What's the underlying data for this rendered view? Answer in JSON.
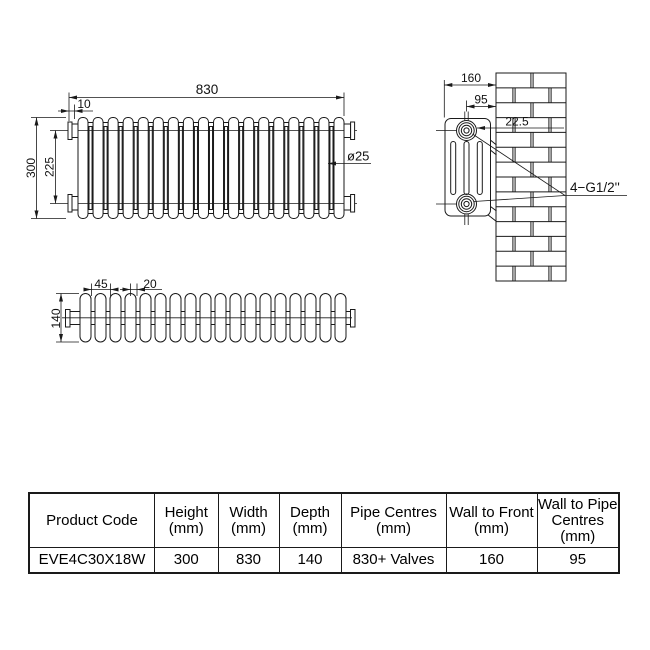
{
  "drawing": {
    "line_color": "#1a1a1a",
    "front_view": {
      "sections": 18,
      "labels": {
        "width": "830",
        "tapping_offset": "10",
        "height": "300",
        "pipe_centres": "225",
        "column_diameter": "ø25"
      }
    },
    "side_view": {
      "labels": {
        "wall_to_front": "160",
        "wall_to_pipe_centres": "95",
        "bracket_offset": "22.5",
        "tappings": "4−G1/2''"
      }
    },
    "top_view": {
      "sections": 18,
      "labels": {
        "section_pitch": "45",
        "section_gap": "20",
        "depth": "140"
      }
    },
    "wall": {
      "brick_rows": 14
    }
  },
  "table": {
    "headers": [
      "Product Code",
      "Height\n(mm)",
      "Width\n(mm)",
      "Depth\n(mm)",
      "Pipe Centres\n(mm)",
      "Wall to Front\n(mm)",
      "Wall to Pipe\nCentres\n(mm)"
    ],
    "row": [
      "EVE4C30X18W",
      "300",
      "830",
      "140",
      "830+ Valves",
      "160",
      "95"
    ]
  }
}
